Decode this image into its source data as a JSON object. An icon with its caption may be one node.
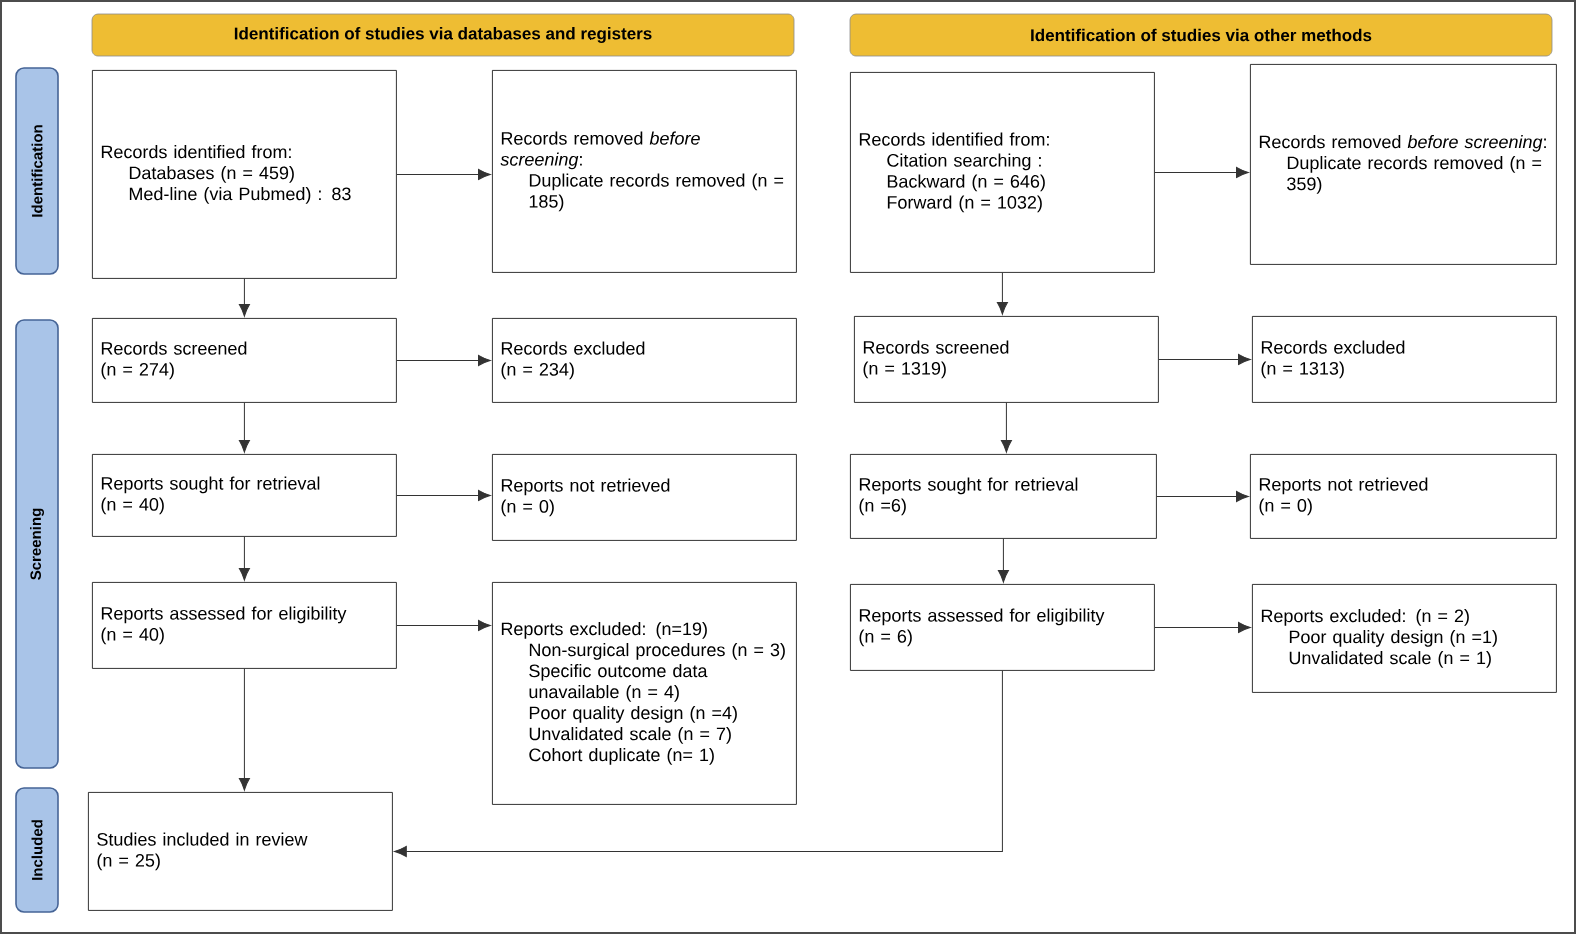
{
  "diagram": {
    "nodes": [
      {
        "text": [
          "Identification of studies via databases and registers"
        ]
      },
      {
        "text": [
          "Identification of studies via other methods"
        ]
      },
      {
        "text": [
          "Identification"
        ]
      },
      {
        "text": [
          "Screening"
        ]
      },
      {
        "text": [
          "Included"
        ]
      },
      {
        "text": [
          "Records identified from:",
          "Databases (n = 459)",
          "Med-line (via Pubmed) : 83"
        ]
      },
      {
        "text": [
          "Records removed *before screening*:",
          "Duplicate records removed (n = 185)"
        ]
      },
      {
        "text": [
          "Records identified from:",
          "Citation searching :",
          "Backward (n = 646)",
          "Forward (n = 1032)"
        ]
      },
      {
        "text": [
          "Records removed *before screening*:",
          "Duplicate records removed (n = 359)"
        ]
      },
      {
        "text": [
          "Records screened",
          "(n = 274)"
        ]
      },
      {
        "text": [
          "Records excluded",
          "(n = 234)"
        ]
      },
      {
        "text": [
          "Records screened",
          "(n = 1319)"
        ]
      },
      {
        "text": [
          "Records excluded",
          "(n = 1313)"
        ]
      },
      {
        "text": [
          "Reports sought for retrieval",
          "(n = 40)"
        ]
      },
      {
        "text": [
          "Reports not retrieved",
          "(n = 0)"
        ]
      },
      {
        "text": [
          "Reports sought for retrieval",
          "(n =6)"
        ]
      },
      {
        "text": [
          "Reports not retrieved",
          "(n = 0)"
        ]
      },
      {
        "text": [
          "Reports assessed for eligibility",
          "(n = 40)"
        ]
      },
      {
        "text": [
          "Reports excluded: (n=19)",
          "Non-surgical procedures (n = 3)",
          "Specific outcome data unavailable (n = 4)",
          "Poor quality design (n =4)",
          "Unvalidated scale (n = 7)",
          "Cohort duplicate (n= 1)"
        ]
      },
      {
        "text": [
          "Reports assessed for eligibility",
          "(n = 6)"
        ]
      },
      {
        "text": [
          "Reports excluded: (n = 2)",
          "Poor quality design (n =1)",
          "Unvalidated scale (n = 1)"
        ]
      },
      {
        "text": [
          "Studies included in review",
          "(n = 25)"
        ]
      }
    ],
    "edges": [
      {
        "from": 5,
        "to": 6,
        "arrow": "to"
      },
      {
        "from": 5,
        "to": 9,
        "arrow": "to"
      },
      {
        "from": 7,
        "to": 8,
        "arrow": "to"
      },
      {
        "from": 7,
        "to": 11,
        "arrow": "to"
      },
      {
        "from": 9,
        "to": 10,
        "arrow": "to"
      },
      {
        "from": 9,
        "to": 13,
        "arrow": "to"
      },
      {
        "from": 11,
        "to": 12,
        "arrow": "to"
      },
      {
        "from": 11,
        "to": 15,
        "arrow": "to"
      },
      {
        "from": 13,
        "to": 14,
        "arrow": "to"
      },
      {
        "from": 13,
        "to": 17,
        "arrow": "to"
      },
      {
        "from": 15,
        "to": 16,
        "arrow": "to"
      },
      {
        "from": 15,
        "to": 19,
        "arrow": "to"
      },
      {
        "from": 17,
        "to": 18,
        "arrow": "to"
      },
      {
        "from": 17,
        "to": 21,
        "arrow": "to"
      },
      {
        "from": 19,
        "to": 20,
        "arrow": "to"
      },
      {
        "from": 19,
        "to": 21,
        "arrow": "to"
      }
    ]
  }
}
